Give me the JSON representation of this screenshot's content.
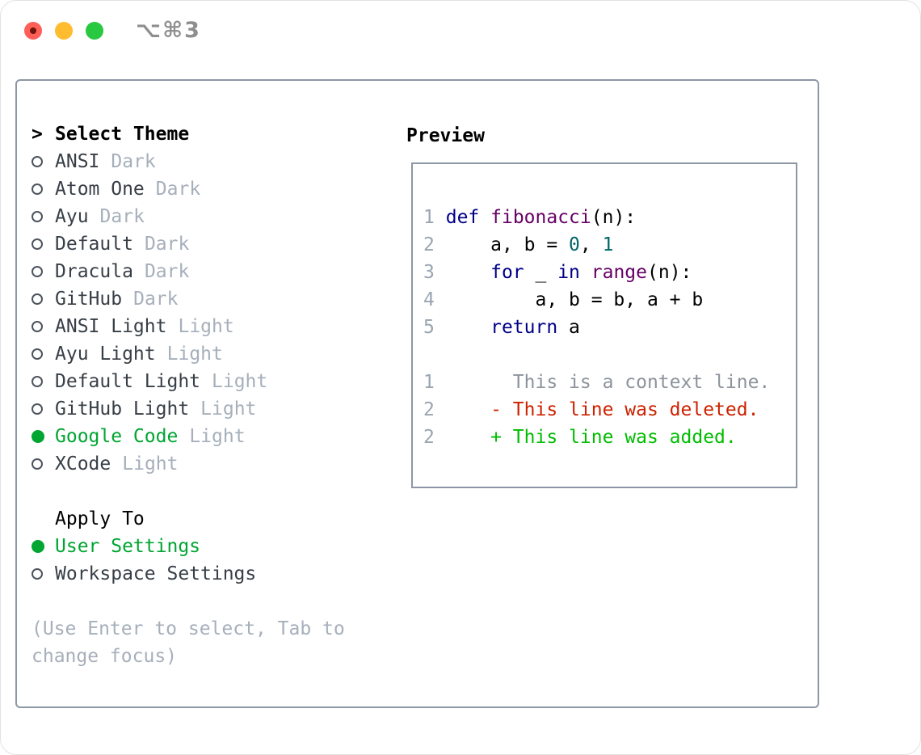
{
  "window": {
    "title": "⌥⌘3",
    "traffic_lights": [
      "close",
      "minimize",
      "zoom"
    ]
  },
  "theme_selector": {
    "prompt": ">",
    "title": "Select Theme",
    "themes": [
      {
        "name": "ANSI",
        "tag": "Dark",
        "selected": false
      },
      {
        "name": "Atom One",
        "tag": "Dark",
        "selected": false
      },
      {
        "name": "Ayu",
        "tag": "Dark",
        "selected": false
      },
      {
        "name": "Default",
        "tag": "Dark",
        "selected": false
      },
      {
        "name": "Dracula",
        "tag": "Dark",
        "selected": false
      },
      {
        "name": "GitHub",
        "tag": "Dark",
        "selected": false
      },
      {
        "name": "ANSI Light",
        "tag": "Light",
        "selected": false
      },
      {
        "name": "Ayu Light",
        "tag": "Light",
        "selected": false
      },
      {
        "name": "Default Light",
        "tag": "Light",
        "selected": false
      },
      {
        "name": "GitHub Light",
        "tag": "Light",
        "selected": false
      },
      {
        "name": "Google Code",
        "tag": "Light",
        "selected": true
      },
      {
        "name": "XCode",
        "tag": "Light",
        "selected": false
      }
    ],
    "apply_to": {
      "title": "Apply To",
      "options": [
        {
          "name": "User Settings",
          "selected": true
        },
        {
          "name": "Workspace Settings",
          "selected": false
        }
      ]
    },
    "hint": "(Use Enter to select, Tab to change focus)"
  },
  "preview": {
    "title": "Preview",
    "lines": [
      [
        {
          "c": "lnum",
          "t": "1"
        },
        {
          "c": "pl",
          "t": " "
        },
        {
          "c": "kw",
          "t": "def"
        },
        {
          "c": "pl",
          "t": " "
        },
        {
          "c": "fn",
          "t": "fibonacci"
        },
        {
          "c": "pl",
          "t": "(n):"
        }
      ],
      [
        {
          "c": "lnum",
          "t": "2"
        },
        {
          "c": "pl",
          "t": "     a, b = "
        },
        {
          "c": "num",
          "t": "0"
        },
        {
          "c": "pl",
          "t": ", "
        },
        {
          "c": "num",
          "t": "1"
        }
      ],
      [
        {
          "c": "lnum",
          "t": "3"
        },
        {
          "c": "pl",
          "t": "     "
        },
        {
          "c": "kw",
          "t": "for"
        },
        {
          "c": "pl",
          "t": " _ "
        },
        {
          "c": "kw",
          "t": "in"
        },
        {
          "c": "pl",
          "t": " "
        },
        {
          "c": "fn",
          "t": "range"
        },
        {
          "c": "pl",
          "t": "(n):"
        }
      ],
      [
        {
          "c": "lnum",
          "t": "4"
        },
        {
          "c": "pl",
          "t": "         a, b = b, a + b"
        }
      ],
      [
        {
          "c": "lnum",
          "t": "5"
        },
        {
          "c": "pl",
          "t": "     "
        },
        {
          "c": "kw",
          "t": "return"
        },
        {
          "c": "pl",
          "t": " a"
        }
      ],
      [],
      [
        {
          "c": "lnum",
          "t": "1"
        },
        {
          "c": "ctx",
          "t": "       This is a context line."
        }
      ],
      [
        {
          "c": "lnum",
          "t": "2"
        },
        {
          "c": "del",
          "t": "     - This line was deleted."
        }
      ],
      [
        {
          "c": "lnum",
          "t": "2"
        },
        {
          "c": "add",
          "t": "     + This line was added."
        }
      ]
    ]
  },
  "colors": {
    "accent_green": "#00a532",
    "diff_added": "#00bd00",
    "diff_deleted": "#cc2200",
    "keyword_blue": "#000088",
    "function_purple": "#660066",
    "literal_teal": "#006666",
    "line_number_gray": "#9aa5b2",
    "context_gray": "#8d939c",
    "muted_gray": "#a6afbb",
    "text_dark": "#373e46",
    "border_gray": "#8d96a4",
    "window_title_gray": "#8e8e8e",
    "traffic_red": "#ff5f57",
    "traffic_yellow": "#febc2e",
    "traffic_green": "#28c840"
  }
}
